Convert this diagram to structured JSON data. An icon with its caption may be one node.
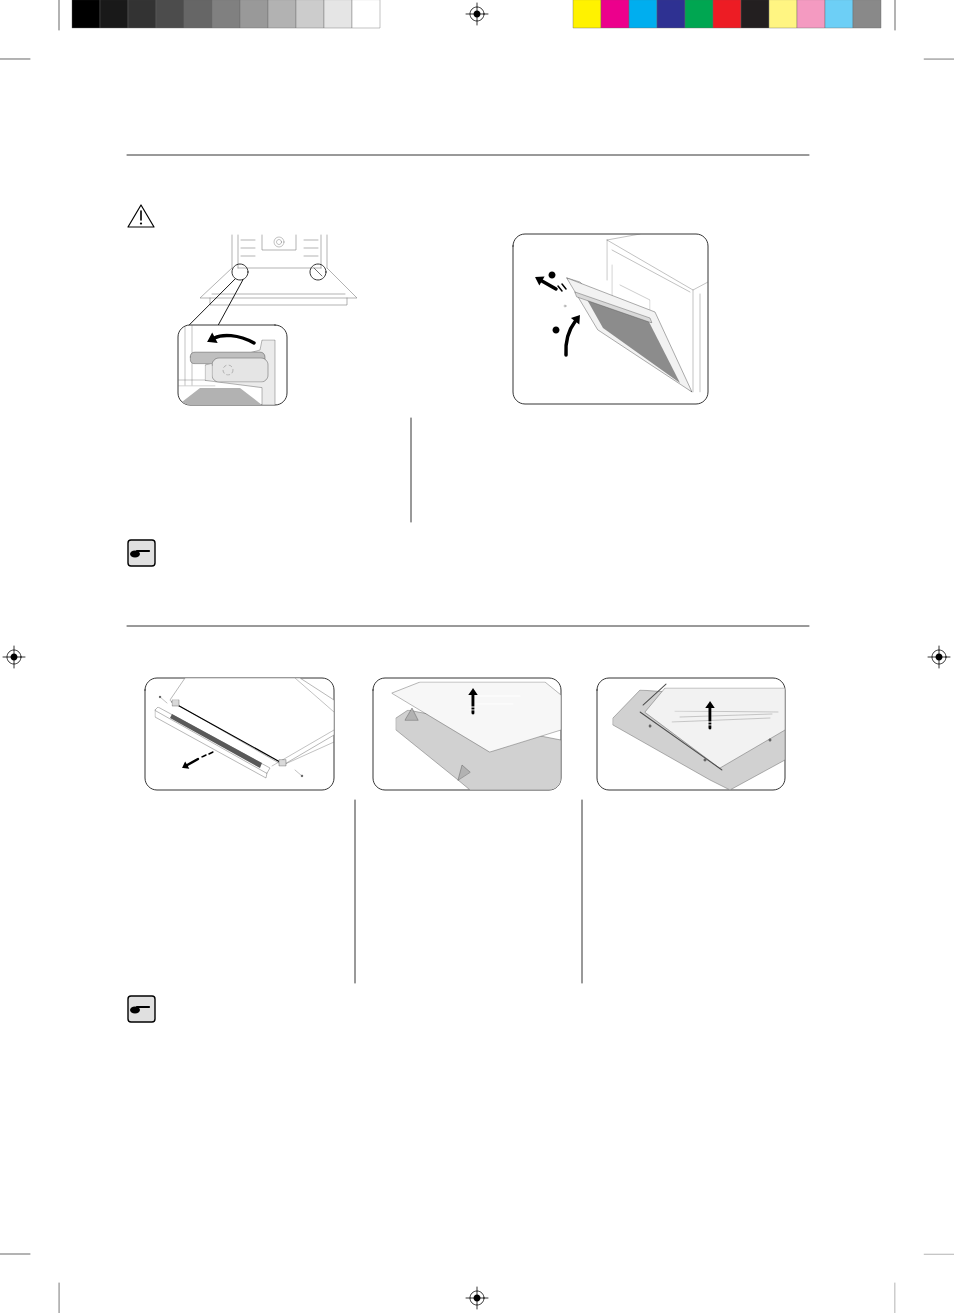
{
  "diagram": {
    "nodes": [
      {
        "text": [],
        "shape": "circle"
      },
      {
        "text": [],
        "shape": "circle"
      },
      {
        "text": [],
        "shape": "picture"
      }
    ],
    "edges": [
      {
        "from": 0,
        "to": 2,
        "arrow": "none"
      },
      {
        "from": 0,
        "to": 2,
        "arrow": "none"
      }
    ]
  }
}
